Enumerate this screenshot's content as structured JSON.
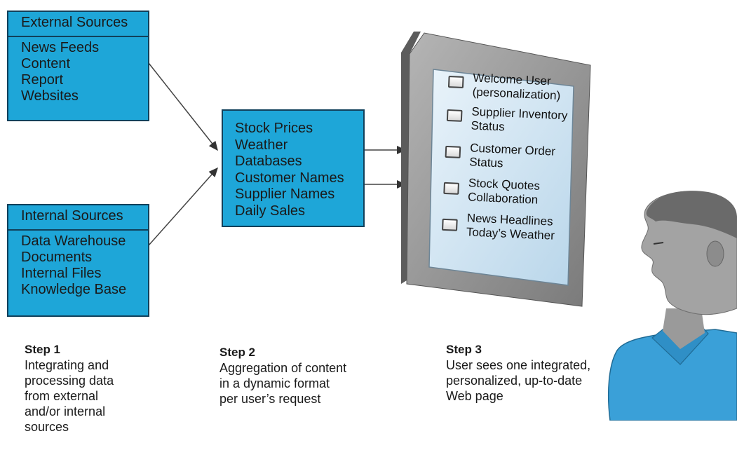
{
  "external": {
    "title": "External Sources",
    "items": [
      "News Feeds",
      "Content",
      "Report",
      "Websites"
    ]
  },
  "internal": {
    "title": "Internal Sources",
    "items": [
      "Data Warehouse",
      "Documents",
      "Internal Files",
      "Knowledge Base"
    ]
  },
  "aggregation": {
    "items": [
      "Stock Prices",
      "Weather",
      "Databases",
      "Customer Names",
      "Supplier Names",
      "Daily Sales"
    ]
  },
  "screen": {
    "items": [
      "Welcome User\n(personalization)",
      "Supplier Inventory\nStatus",
      "Customer Order\nStatus",
      "Stock Quotes\nCollaboration",
      "News Headlines\nToday’s Weather"
    ]
  },
  "steps": [
    {
      "title": "Step 1",
      "body": "Integrating and\nprocessing data\nfrom external\nand/or internal\nsources"
    },
    {
      "title": "Step 2",
      "body": "Aggregation of content\nin a dynamic format\nper user’s request"
    },
    {
      "title": "Step 3",
      "body": "User sees one integrated,\npersonalized, up-to-date\nWeb page"
    }
  ],
  "colors": {
    "box_fill": "#1ea6d8",
    "box_border": "#11405a",
    "device_frame": "#8f8f8f",
    "screen": "#cfe3f1",
    "shirt": "#3aa0d8",
    "skin": "#9a9a9a"
  }
}
